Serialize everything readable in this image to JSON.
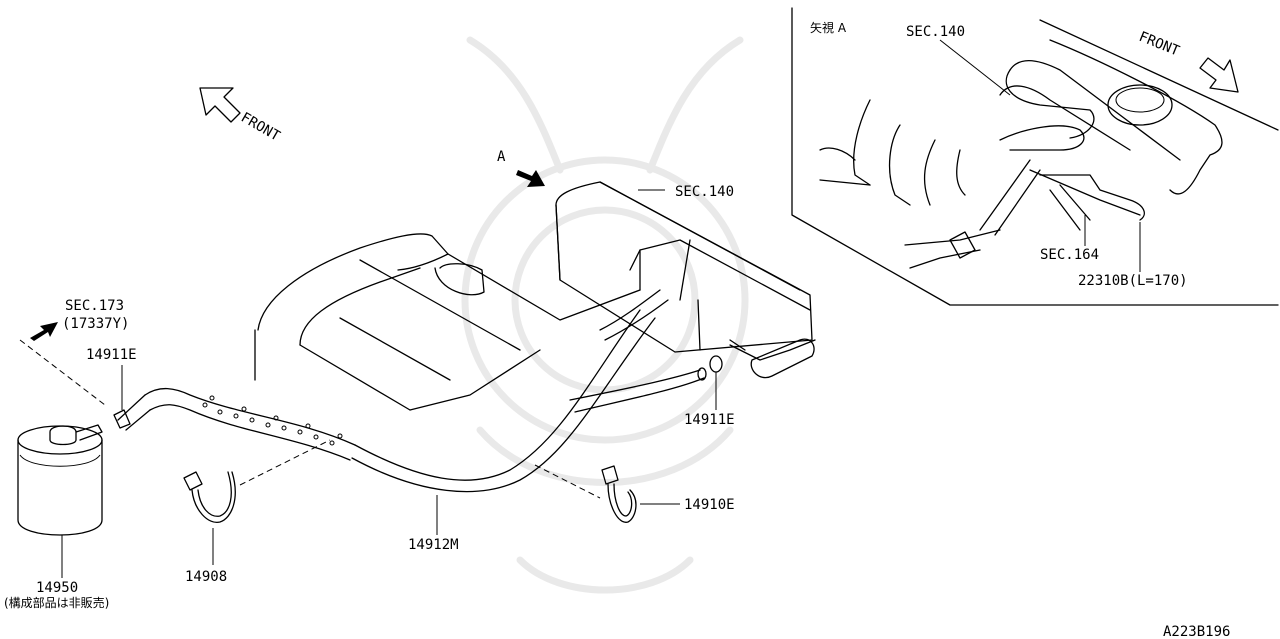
{
  "labels": {
    "front_main": "FRONT",
    "view_a_marker": "A",
    "sec140_main": "SEC.140",
    "sec173": "SEC.173",
    "sec173_sub": "(17337Y)",
    "part_14911e_left": "14911E",
    "part_14911e_right": "14911E",
    "part_14910e": "14910E",
    "part_14912m": "14912M",
    "part_14908": "14908",
    "part_14950": "14950",
    "part_14950_note": "(構成部品は非販売)",
    "inset_title": "矢視 A",
    "inset_sec140": "SEC.140",
    "inset_front": "FRONT",
    "inset_sec164": "SEC.164",
    "inset_22310b": "22310B(L=170)",
    "figure_code": "A223B196"
  },
  "colors": {
    "line": "#000000",
    "background": "#ffffff",
    "watermark": "#e9e9e9"
  },
  "icons": [
    "front-arrow-icon",
    "view-arrow-icon",
    "sec173-arrow-icon"
  ]
}
